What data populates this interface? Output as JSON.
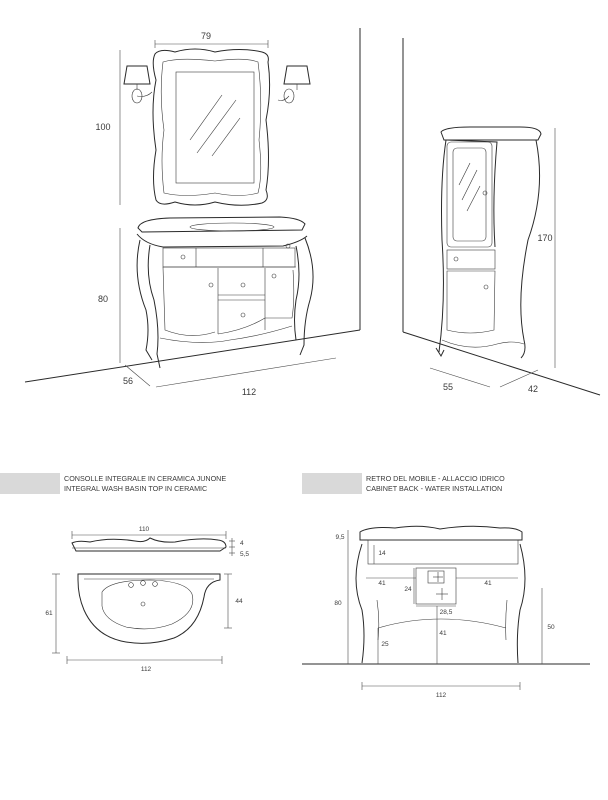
{
  "top_view": {
    "mirror_width": "79",
    "mirror_height": "100",
    "cabinet_height": "80",
    "cabinet_depth": "56",
    "cabinet_width": "112",
    "column_height": "170",
    "column_width": "55",
    "column_depth": "42"
  },
  "section_basin": {
    "title_line1": "CONSOLLE INTEGRALE IN CERAMICA JUNONE",
    "title_line2": "INTEGRAL WASH BASIN TOP IN CERAMIC",
    "top_width": "110",
    "thickness_top": "4",
    "thickness_total": "5,5",
    "depth_outer": "61",
    "depth_inner": "44",
    "width_total": "112"
  },
  "section_back": {
    "title_line1": "RETRO DEL MOBILE - ALLACCIO IDRICO",
    "title_line2": "CABINET BACK - WATER INSTALLATION",
    "top_offset": "9,5",
    "inner_top": "14",
    "total_height": "80",
    "left_offset": "41",
    "right_offset": "41",
    "box_height": "24",
    "box_width": "28,5",
    "drain_height": "41",
    "side_height": "50",
    "foot_height": "25",
    "total_width": "112"
  }
}
